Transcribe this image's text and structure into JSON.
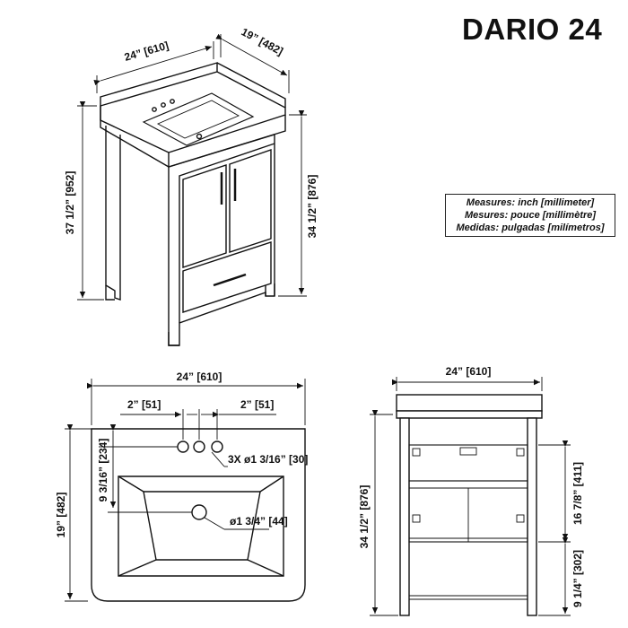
{
  "title": "DARIO 24",
  "legend": [
    "Measures: inch [millimeter]",
    "Mesures: pouce [millimètre]",
    "Medidas: pulgadas [milímetros]"
  ],
  "views": {
    "iso": {
      "width": "24” [610]",
      "depth": "19” [482]",
      "overall_height": "37 1/2” [952]",
      "cabinet_height": "34 1/2” [876]"
    },
    "top": {
      "width": "24” [610]",
      "left_offset": "2” [51]",
      "right_offset": "2” [51]",
      "holes": "3X ø1 3/16” [30]",
      "hole_depth": "9 3/16” [234]",
      "drain": "ø1 3/4” [44]",
      "depth": "19” [482]"
    },
    "front": {
      "width": "24” [610]",
      "height": "34 1/2” [876]",
      "interior_height": "16 7/8” [411]",
      "leg_height": "9 1/4” [302]"
    }
  }
}
